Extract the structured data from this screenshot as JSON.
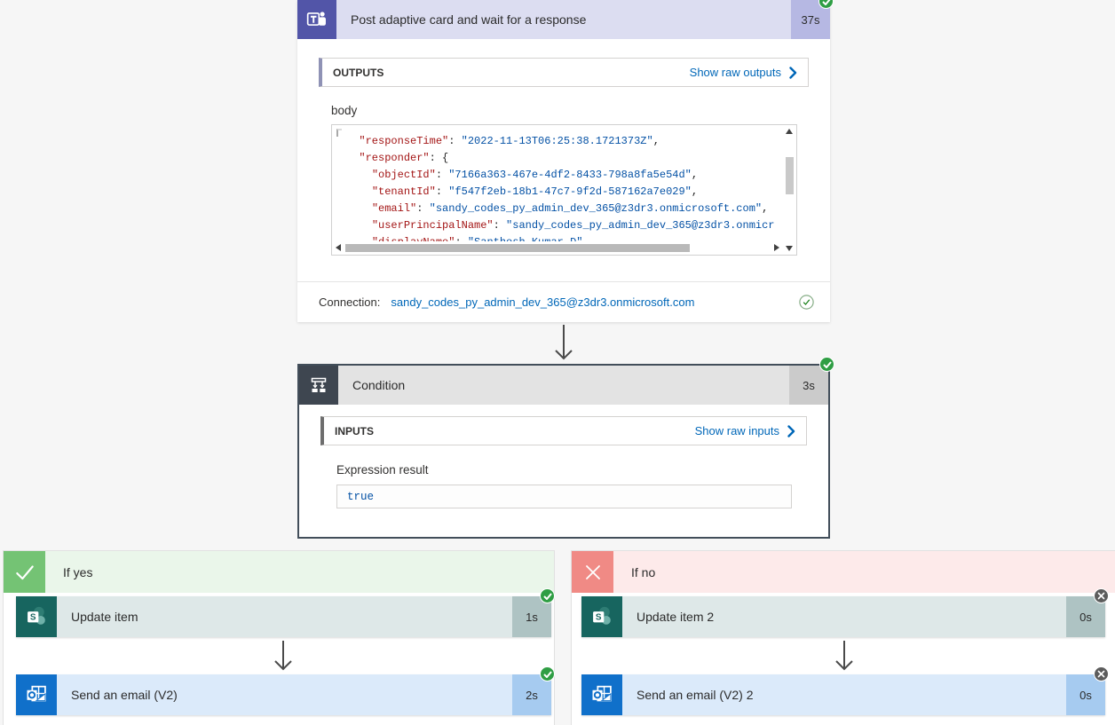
{
  "teams_action": {
    "title": "Post adaptive card and wait for a response",
    "duration": "37s",
    "section_label": "OUTPUTS",
    "section_link": "Show raw outputs",
    "body_label": "body",
    "connection_label": "Connection:",
    "connection_value": "sandy_codes_py_admin_dev_365@z3dr3.onmicrosoft.com",
    "code_lines": [
      [
        [
          "p",
          "  "
        ],
        [
          "k",
          "\"responseTime\""
        ],
        [
          "p",
          ": "
        ],
        [
          "v",
          "\"2022-11-13T06:25:38.1721373Z\""
        ],
        [
          "p",
          ","
        ]
      ],
      [
        [
          "p",
          "  "
        ],
        [
          "k",
          "\"responder\""
        ],
        [
          "p",
          ": {"
        ]
      ],
      [
        [
          "p",
          "    "
        ],
        [
          "k",
          "\"objectId\""
        ],
        [
          "p",
          ": "
        ],
        [
          "v",
          "\"7166a363-467e-4df2-8433-798a8fa5e54d\""
        ],
        [
          "p",
          ","
        ]
      ],
      [
        [
          "p",
          "    "
        ],
        [
          "k",
          "\"tenantId\""
        ],
        [
          "p",
          ": "
        ],
        [
          "v",
          "\"f547f2eb-18b1-47c7-9f2d-587162a7e029\""
        ],
        [
          "p",
          ","
        ]
      ],
      [
        [
          "p",
          "    "
        ],
        [
          "k",
          "\"email\""
        ],
        [
          "p",
          ": "
        ],
        [
          "v",
          "\"sandy_codes_py_admin_dev_365@z3dr3.onmicrosoft.com\""
        ],
        [
          "p",
          ","
        ]
      ],
      [
        [
          "p",
          "    "
        ],
        [
          "k",
          "\"userPrincipalName\""
        ],
        [
          "p",
          ": "
        ],
        [
          "v",
          "\"sandy_codes_py_admin_dev_365@z3dr3.onmicr"
        ]
      ],
      [
        [
          "p",
          "    "
        ],
        [
          "k",
          "\"displayName\""
        ],
        [
          "p",
          ": "
        ],
        [
          "v",
          "\"Santhosh Kumar D\""
        ]
      ]
    ]
  },
  "condition_action": {
    "title": "Condition",
    "duration": "3s",
    "section_label": "INPUTS",
    "section_link": "Show raw inputs",
    "expression_label": "Expression result",
    "expression_value": "true"
  },
  "branch_yes": {
    "label": "If yes",
    "actions": [
      {
        "title": "Update item",
        "duration": "1s",
        "status": "success",
        "connector": "sharepoint"
      },
      {
        "title": "Send an email (V2)",
        "duration": "2s",
        "status": "success",
        "connector": "outlook"
      }
    ]
  },
  "branch_no": {
    "label": "If no",
    "actions": [
      {
        "title": "Update item 2",
        "duration": "0s",
        "status": "skipped",
        "connector": "sharepoint"
      },
      {
        "title": "Send an email (V2) 2",
        "duration": "0s",
        "status": "skipped",
        "connector": "outlook"
      }
    ]
  },
  "icons": {
    "teams": "teams-icon",
    "condition": "condition-branch-icon",
    "sharepoint": "sharepoint-icon",
    "outlook": "outlook-icon",
    "success": "check-circle-icon",
    "skipped": "skipped-circle-icon"
  },
  "colors": {
    "teams_brand": "#5255a8",
    "teams_header": "#dcddf1",
    "condition_icon": "#3e4650",
    "sharepoint_brand": "#17655f",
    "outlook_brand": "#1070ca",
    "success_green": "#2f9e44",
    "skipped_gray": "#5c5c5c",
    "if_yes_green": "#74c374",
    "if_no_red": "#f08a85",
    "link_blue": "#0067b8",
    "json_key": "#a31515",
    "json_value": "#0451a5"
  }
}
